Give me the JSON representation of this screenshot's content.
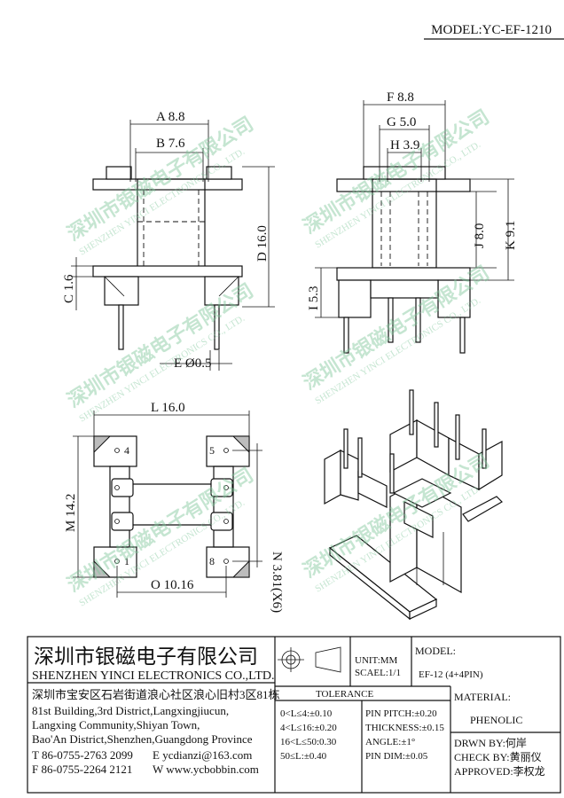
{
  "model_header": "MODEL:YC-EF-1210",
  "dimensions": {
    "A": "A 8.8",
    "B": "B 7.6",
    "C": "C 1.6",
    "D": "D 16.0",
    "E": "E Ø0.5",
    "F": "F 8.8",
    "G": "G 5.0",
    "H": "H 3.9",
    "I": "I 5.3",
    "J": "J 8.0",
    "K": "K 9.1",
    "L": "L 16.0",
    "M": "M 14.2",
    "N": "N 3.81(X6)",
    "O": "O 10.16"
  },
  "pins": {
    "p4": "4",
    "p5": "5",
    "p1": "1",
    "p8": "8"
  },
  "watermark": {
    "cn": "深圳市银磁电子有限公司",
    "en": "SHENZHEN YINCI ELECTRONICS CO., LTD."
  },
  "title_block": {
    "company_cn": "深圳市银磁电子有限公司",
    "company_en": "SHENZHEN YINCI ELECTRONICS CO.,LTD.",
    "address_cn": "深圳市宝安区石岩街道浪心社区浪心旧村3区81栋",
    "address_en_1": "81st Building,3rd District,Langxingjiucun,",
    "address_en_2": "Langxing Community,Shiyan Town,",
    "address_en_3": "Bao'An District,Shenzhen,Guangdong Province",
    "tel": "T 86-0755-2763 2099",
    "email": "E ycdianzi@163.com",
    "fax": "F 86-0755-2264 2121",
    "web": "W www.ycbobbin.com",
    "unit": "UNIT:MM",
    "scale": "SCAEL:1/1",
    "model_label": "MODEL:",
    "model_value": "EF-12 (4+4PIN)",
    "tolerance_label": "TOLERANCE",
    "tol_1": "0<L≤4:±0.10",
    "tol_2": "4<L≤16:±0.20",
    "tol_3": "16<L≤50:0.30",
    "tol_4": "50≤L:±0.40",
    "tol_5": "PIN PITCH:±0.20",
    "tol_6": "THICKNESS:±0.15",
    "tol_7": "ANGLE:±1°",
    "tol_8": "PIN DIM:±0.05",
    "material_label": "MATERIAL:",
    "material_value": "PHENOLIC",
    "drawn_by": "DRWN BY:何岸",
    "check_by": "CHECK BY:黄丽仪",
    "approved": "APPROVED:李权龙"
  }
}
